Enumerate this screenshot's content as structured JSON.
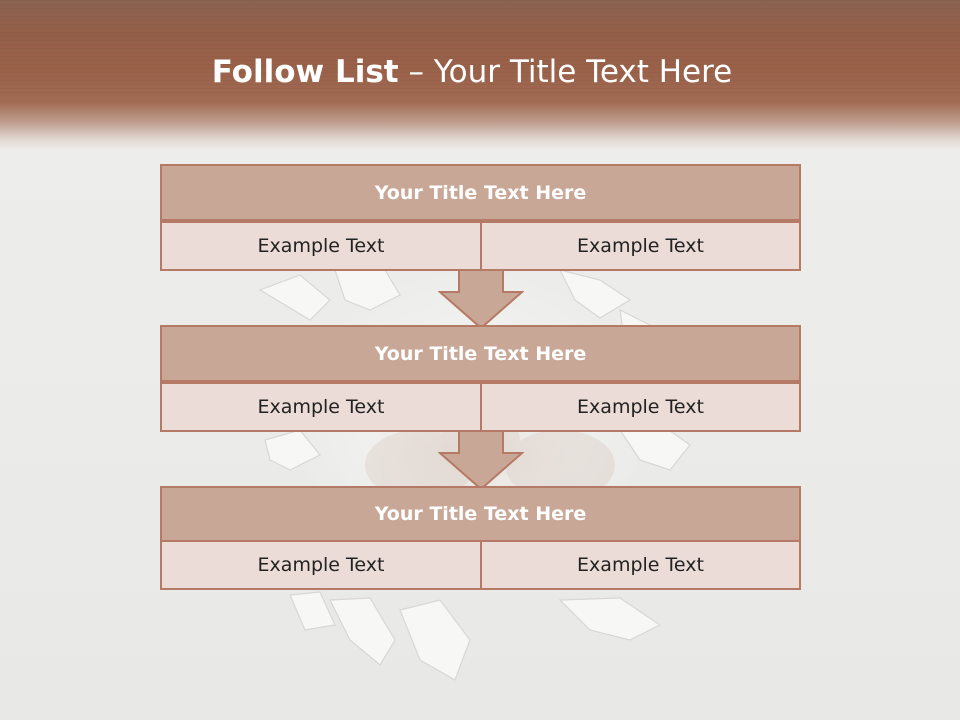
{
  "slide": {
    "title_bold": "Follow List",
    "title_separator": " – ",
    "title_rest": "Your Title Text Here"
  },
  "blocks": [
    {
      "title": "Your Title Text Here",
      "left": "Example Text",
      "right": "Example Text"
    },
    {
      "title": "Your Title Text Here",
      "left": "Example Text",
      "right": "Example Text"
    },
    {
      "title": "Your Title Text Here",
      "left": "Example Text",
      "right": "Example Text"
    }
  ],
  "colors": {
    "header": "#9a6149",
    "title_box": "#c9a797",
    "cell_box": "#ecdcd7",
    "border": "#b57a65"
  }
}
